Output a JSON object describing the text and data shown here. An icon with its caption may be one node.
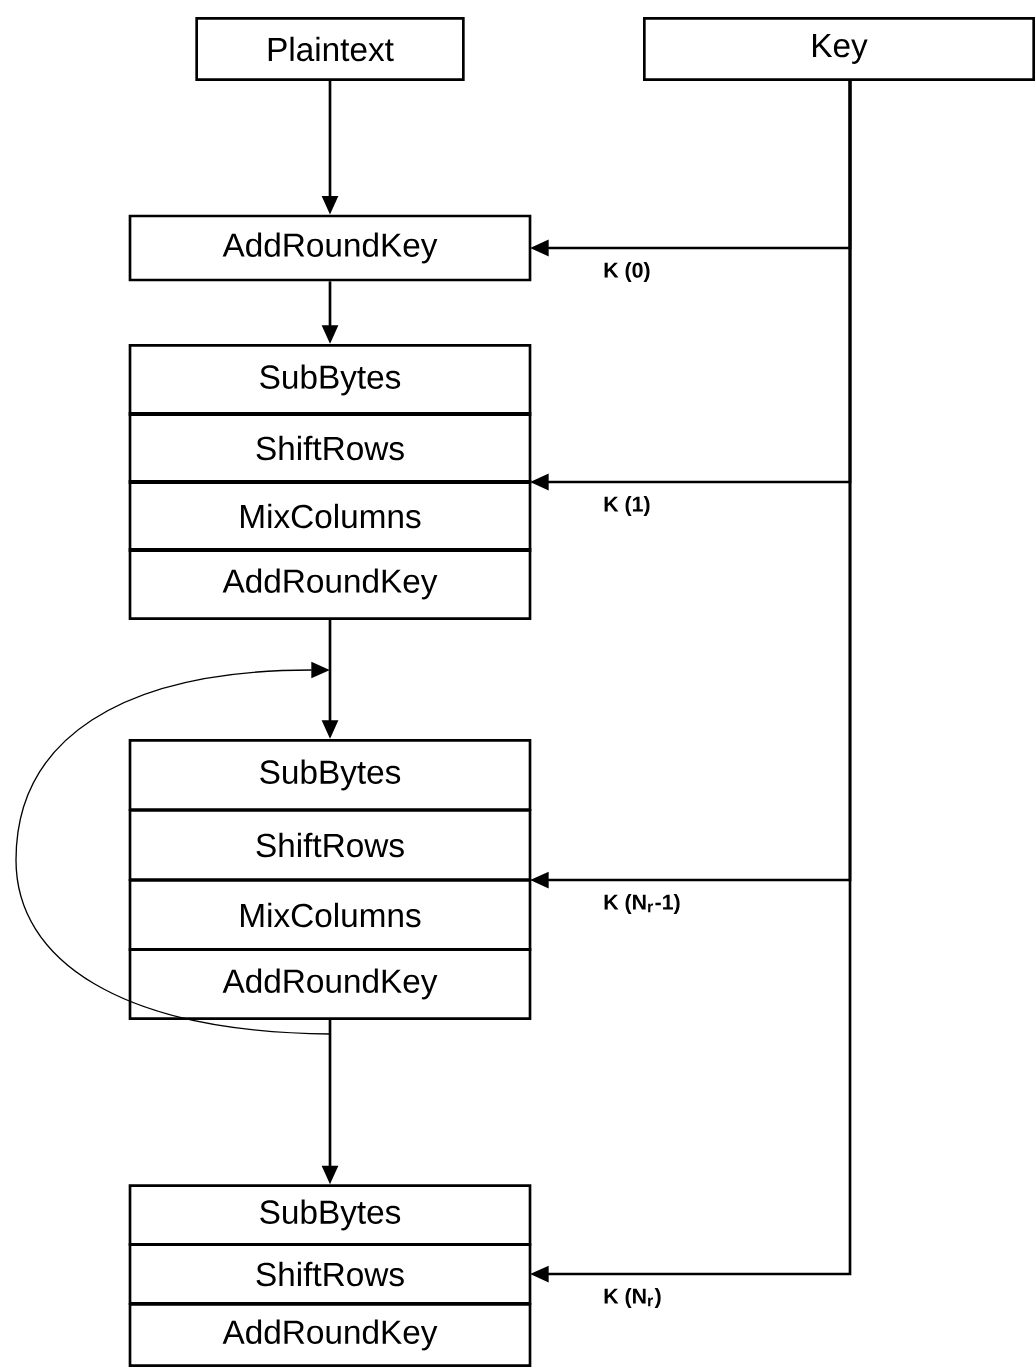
{
  "diagram": {
    "nodes": [
      {
        "text": [
          "Plaintext"
        ]
      },
      {
        "text": [
          "Key"
        ]
      },
      {
        "text": [
          "AddRoundKey"
        ]
      },
      {
        "text": [
          "SubBytes"
        ]
      },
      {
        "text": [
          "ShiftRows"
        ]
      },
      {
        "text": [
          "MixColumns"
        ]
      },
      {
        "text": [
          "AddRoundKey"
        ]
      },
      {
        "text": [
          "SubBytes"
        ]
      },
      {
        "text": [
          "ShiftRows"
        ]
      },
      {
        "text": [
          "MixColumns"
        ]
      },
      {
        "text": [
          "AddRoundKey"
        ]
      },
      {
        "text": [
          "SubBytes"
        ]
      },
      {
        "text": [
          "ShiftRows"
        ]
      },
      {
        "text": [
          "AddRoundKey"
        ]
      }
    ],
    "edges": [
      {
        "from": 0,
        "to": 2,
        "arrow": "to"
      },
      {
        "from": 1,
        "to": 2,
        "arrow": "to",
        "label": "K (0)"
      },
      {
        "from": 2,
        "to": 3,
        "arrow": "to"
      },
      {
        "from": 1,
        "to": 5,
        "arrow": "to",
        "label": "K (1)"
      },
      {
        "from": 6,
        "to": 7,
        "arrow": "to"
      },
      {
        "from": 10,
        "to": null,
        "arrow": "to"
      },
      {
        "from": 1,
        "to": 9,
        "arrow": "to",
        "label": "K (N$_{r}$-1)"
      },
      {
        "from": 10,
        "to": 11,
        "arrow": "to"
      },
      {
        "from": 1,
        "to": 12,
        "arrow": "to",
        "label": "K (N$_{r}$)"
      }
    ]
  }
}
